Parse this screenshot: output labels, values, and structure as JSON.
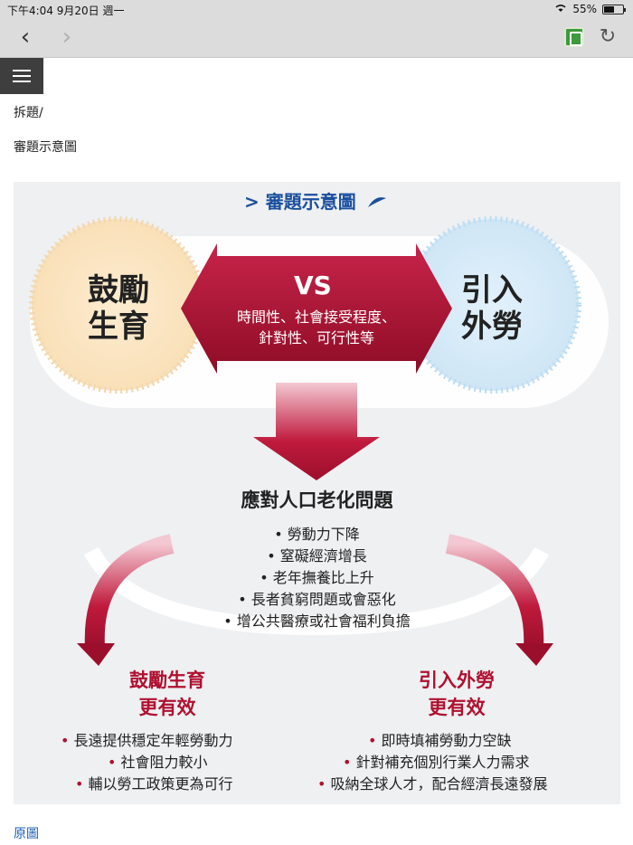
{
  "status": {
    "time": "下午4:04   9月20日 週一",
    "battery": "55%",
    "battery_level": 0.55
  },
  "nav": {
    "back": "‹",
    "forward": "›",
    "reload": "↻"
  },
  "page": {
    "breadcrumb": "拆題/",
    "heading": "審題示意圖",
    "footer_link": "原圖"
  },
  "figure": {
    "title": "> 審題示意圖",
    "left_circle": [
      "鼓勵",
      "生育"
    ],
    "right_circle": [
      "引入",
      "外勞"
    ],
    "vs": "VS",
    "criteria": [
      "時間性、社會接受程度、",
      "針對性、可行性等"
    ],
    "problem_title": "應對人口老化問題",
    "problems": [
      "• 勞動力下降",
      "• 窒礙經濟增長",
      "• 老年撫養比上升",
      "• 長者貧窮問題或會惡化",
      "• 增公共醫療或社會福利負擔"
    ],
    "left_conclusion": [
      "鼓勵生育",
      "更有效"
    ],
    "right_conclusion": [
      "引入外勞",
      "更有效"
    ],
    "left_points": [
      "長遠提供穩定年輕勞動力",
      "社會阻力較小",
      "輔以勞工政策更為可行"
    ],
    "right_points": [
      "即時填補勞動力空缺",
      "針對補充個別行業人力需求",
      "吸納全球人才，配合經濟長遠發展"
    ],
    "colors": {
      "arrow_red": "#b01030",
      "title_blue": "#1b4f9e"
    }
  }
}
